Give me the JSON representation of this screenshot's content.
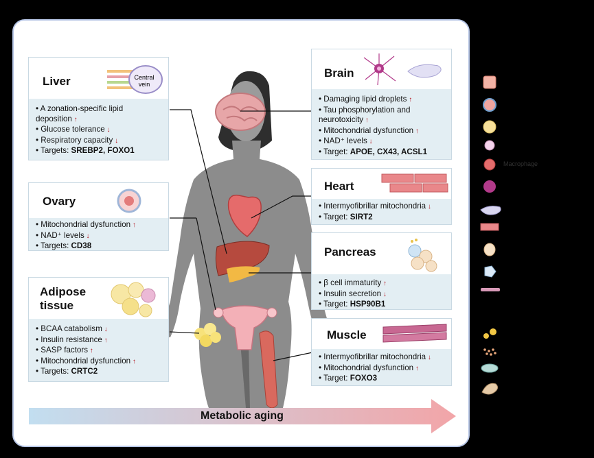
{
  "cards": {
    "liver": {
      "title": "Liver",
      "icon_label": "Central vein",
      "items": [
        {
          "text": "• A zonation-specific lipid",
          "arrow": ""
        },
        {
          "text": "deposition",
          "arrow": "up"
        },
        {
          "text": "• Glucose tolerance",
          "arrow": "down"
        },
        {
          "text": "• Respiratory capacity",
          "arrow": "down"
        },
        {
          "text": "• Targets: ",
          "bold": "SREBP2, FOXO1",
          "arrow": ""
        }
      ]
    },
    "ovary": {
      "title": "Ovary",
      "items": [
        {
          "text": "• Mitochondrial dysfunction",
          "arrow": "up"
        },
        {
          "text": "• NAD⁺ levels",
          "arrow": "down"
        },
        {
          "text": "• Targets: ",
          "bold": "CD38",
          "arrow": ""
        }
      ]
    },
    "adipose": {
      "title_line1": "Adipose",
      "title_line2": "tissue",
      "items": [
        {
          "text": "• BCAA  catabolism",
          "arrow": "down"
        },
        {
          "text": "• Insulin resistance",
          "arrow": "up"
        },
        {
          "text": "• SASP factors",
          "arrow": "up"
        },
        {
          "text": "• Mitochondrial dysfunction",
          "arrow": "up"
        },
        {
          "text": "• Targets: ",
          "bold": "CRTC2",
          "arrow": ""
        }
      ]
    },
    "brain": {
      "title": "Brain",
      "items": [
        {
          "text": "• Damaging lipid droplets",
          "arrow": "up"
        },
        {
          "text": "• Tau phosphorylation and",
          "arrow": ""
        },
        {
          "text": "neurotoxicity",
          "arrow": "up"
        },
        {
          "text": "• Mitochondrial dysfunction",
          "arrow": "up"
        },
        {
          "text": "• NAD⁺ levels",
          "arrow": "down"
        },
        {
          "text": "• Target: ",
          "bold": "APOE, CX43, ACSL1",
          "arrow": ""
        }
      ]
    },
    "heart": {
      "title": "Heart",
      "items": [
        {
          "text": "• Intermyofibrillar mitochondria",
          "arrow": "down"
        },
        {
          "text": "• Target: ",
          "bold": "SIRT2",
          "arrow": ""
        }
      ]
    },
    "pancreas": {
      "title": "Pancreas",
      "items": [
        {
          "text": "• β cell immaturity",
          "arrow": "up"
        },
        {
          "text": "• Insulin secretion",
          "arrow": "down"
        },
        {
          "text": "• Target: ",
          "bold": "HSP90B1",
          "arrow": ""
        }
      ]
    },
    "muscle": {
      "title": "Muscle",
      "items": [
        {
          "text": "• Intermyofibrillar mitochondria",
          "arrow": "down"
        },
        {
          "text": "• Mitochondrial dysfunction",
          "arrow": "up"
        },
        {
          "text": "• Target: ",
          "bold": "FOXO3",
          "arrow": ""
        }
      ]
    }
  },
  "arrow": {
    "label": "Metabolic aging"
  },
  "legend": {
    "macrophage_label": "Macrophage"
  },
  "colors": {
    "card_body": "#e3eef3",
    "frame_border": "#b7c6e6",
    "arrow_up_down": "#b4131d",
    "arrow_gradient_start": "#c2def0",
    "arrow_gradient_end": "#f2a5a8",
    "body_silhouette": "#8c8c8c"
  }
}
